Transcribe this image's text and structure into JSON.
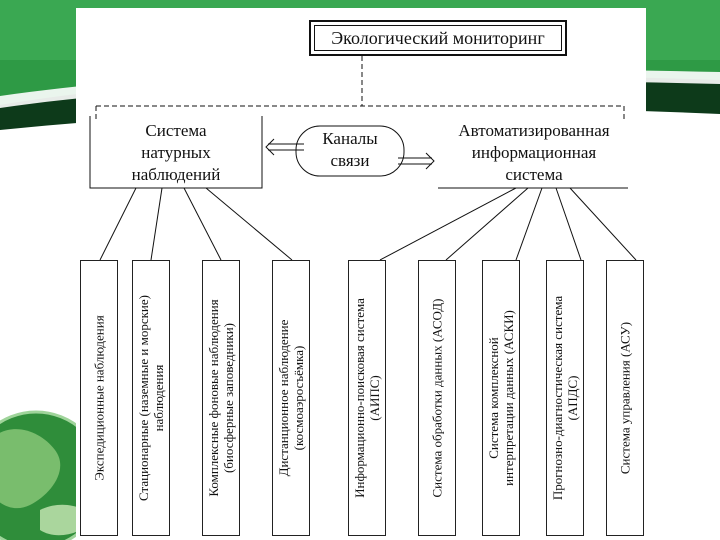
{
  "diagram": {
    "title": "Экологический мониторинг",
    "left_block": "Система\nнатурных\nнаблюдений",
    "middle_block": "Каналы\nсвязи",
    "right_block": "Автоматизированная\nинформационная\nсистема",
    "left_items": [
      "Экспедиционные наблюдения",
      "Стационарные (наземные и морские)\nнаблюдения",
      "Комплексные фоновые наблюдения\n(биосферные заповедники)",
      "Дистанционное наблюдение\n(космоаэросъёмка)"
    ],
    "right_items": [
      "Информационно-поисковая система\n(АИПС)",
      "Система обработки данных (АСОД)",
      "Система комплексной\nинтерпретации данных (АСКИ)",
      "Прогнозно-диагностическая система\n(АПДС)",
      "Система управления (АСУ)"
    ]
  },
  "colors": {
    "background_accent": "#1f8a3a",
    "line": "#111111"
  }
}
